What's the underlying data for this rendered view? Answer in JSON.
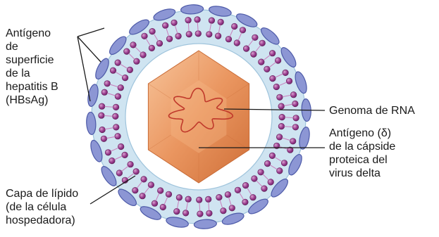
{
  "labels": {
    "hbsag": [
      "Antígeno",
      "de",
      "superficie",
      "de la",
      "hepatitis B",
      "(HBsAg)"
    ],
    "genome": "Genoma de RNA",
    "capsid": [
      "Antígeno (δ)",
      "de la cápside",
      "proteica del",
      "virus delta"
    ],
    "lipid": [
      "Capa de lípido",
      "(de la célula",
      "hospedadora)"
    ]
  },
  "colors": {
    "envelope": "#cfe4f1",
    "envelope_edge": "#9fc4dc",
    "surface_antigen": "#8c96d4",
    "surface_antigen_edge": "#4d5aa8",
    "lipid_head": "#9a3c8e",
    "lipid_head_light": "#c77dbb",
    "capsid": "#e8935a",
    "capsid_light": "#f5b98a",
    "capsid_dark": "#c86a35",
    "genome": "#c0392b",
    "leader": "#1a1a1a"
  }
}
